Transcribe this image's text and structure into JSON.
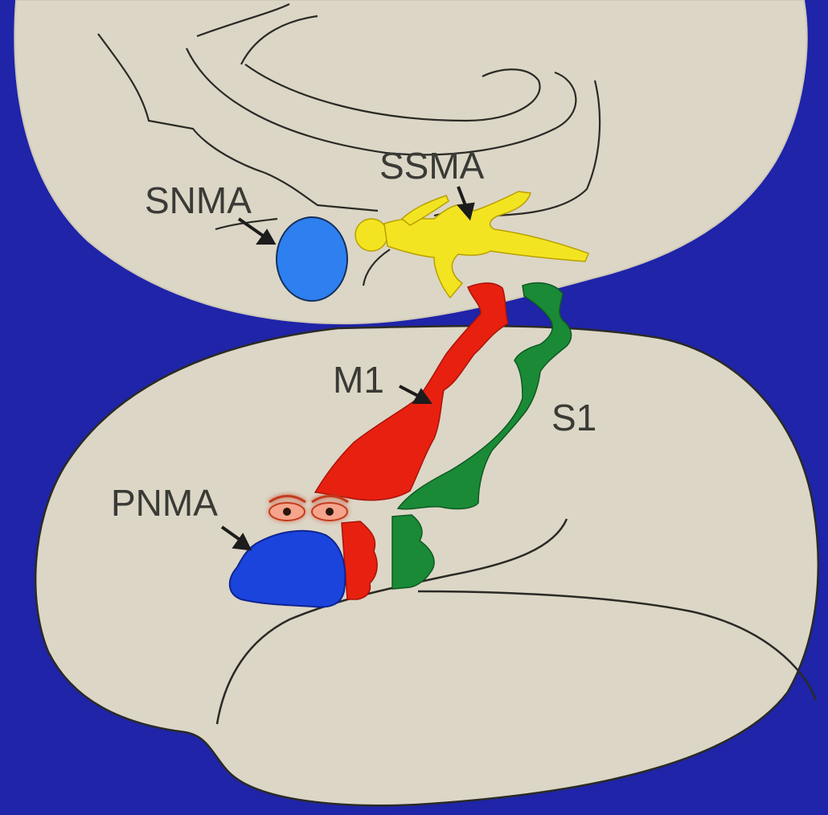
{
  "labels": {
    "snma": "SNMA",
    "ssma": "SSMA",
    "m1": "M1",
    "s1": "S1",
    "pnma": "PNMA"
  },
  "colors": {
    "background": "#1f24a8",
    "brain": "#dcd6c6",
    "outline": "#222222",
    "snma_region": "#2e7ff0",
    "pnma_region": "#1b44dd",
    "ssma_figure": "#f3e421",
    "m1_strip": "#e8200f",
    "s1_strip": "#1a8a36"
  }
}
